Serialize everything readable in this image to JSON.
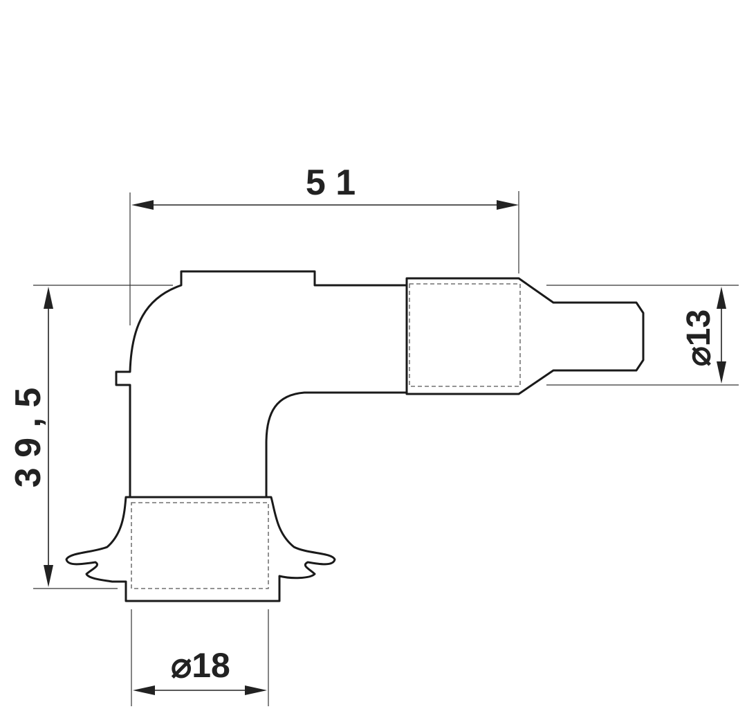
{
  "dimensions": {
    "width_total": "5 1",
    "height_total": "3 9 , 5",
    "diameter_cable": "⌀13",
    "diameter_base": "⌀18"
  },
  "colors": {
    "line": "#1a1a1a",
    "background": "#ffffff"
  }
}
